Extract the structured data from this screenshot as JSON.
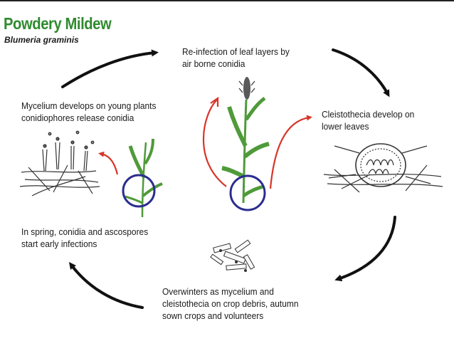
{
  "title": "Powdery Mildew",
  "subtitle": "Blumeria graminis",
  "stages": [
    {
      "id": "reinfection",
      "lines": [
        "Re-infection of leaf layers by",
        "air borne conidia"
      ]
    },
    {
      "id": "cleistothecia",
      "lines": [
        "Cleistothecia develop on",
        "lower leaves"
      ]
    },
    {
      "id": "overwinter",
      "lines": [
        "Overwinters as mycelium and",
        "cleistothecia on crop debris, autumn",
        "sown crops and volunteers"
      ]
    },
    {
      "id": "spring",
      "lines": [
        "In spring, conidia and ascospores",
        "start early infections"
      ]
    },
    {
      "id": "mycelium",
      "lines": [
        "Mycelium develops on young plants",
        "conidiophores release conidia"
      ]
    }
  ],
  "colors": {
    "title": "#2f8a2f",
    "cycle_arrow": "#111111",
    "infection_arrow": "#d8352a",
    "lesion_circle": "#2b2d8f",
    "plant_green": "#4f9a3a"
  },
  "icons": [
    "cycle-arrow-icon",
    "infection-arrow-icon",
    "wheat-plant-icon",
    "lesion-circle-icon",
    "conidiophore-icon",
    "cleistothecium-icon",
    "crop-debris-icon"
  ]
}
